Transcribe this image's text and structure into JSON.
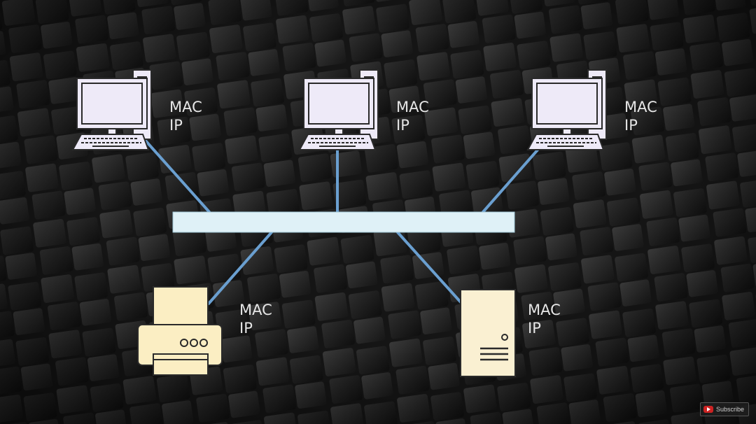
{
  "colors": {
    "background": "#1a1a1a",
    "tile_light": "#2b2b2b",
    "tile_dark": "#141414",
    "link": "#6a9fd0",
    "switch_fill": "#dff1f7",
    "computer_fill": "#eeeaf8",
    "computer_stroke": "#2a2a2a",
    "printer_fill": "#fbeec3",
    "server_fill": "#faf0d2",
    "label_text": "#e6e6e6"
  },
  "nodes": [
    {
      "id": "pc-1",
      "kind": "computer",
      "mac_label": "MAC",
      "ip_label": "IP"
    },
    {
      "id": "pc-2",
      "kind": "computer",
      "mac_label": "MAC",
      "ip_label": "IP"
    },
    {
      "id": "pc-3",
      "kind": "computer",
      "mac_label": "MAC",
      "ip_label": "IP"
    },
    {
      "id": "printer",
      "kind": "printer",
      "mac_label": "MAC",
      "ip_label": "IP"
    },
    {
      "id": "server",
      "kind": "server",
      "mac_label": "MAC",
      "ip_label": "IP"
    }
  ],
  "switch": {
    "kind": "switch-bar"
  },
  "links": [
    {
      "from": "pc-1",
      "to": "switch"
    },
    {
      "from": "pc-2",
      "to": "switch"
    },
    {
      "from": "pc-3",
      "to": "switch"
    },
    {
      "from": "printer",
      "to": "switch"
    },
    {
      "from": "server",
      "to": "switch"
    }
  ],
  "subscribe": {
    "label": "Subscribe",
    "icon": "youtube-icon"
  }
}
